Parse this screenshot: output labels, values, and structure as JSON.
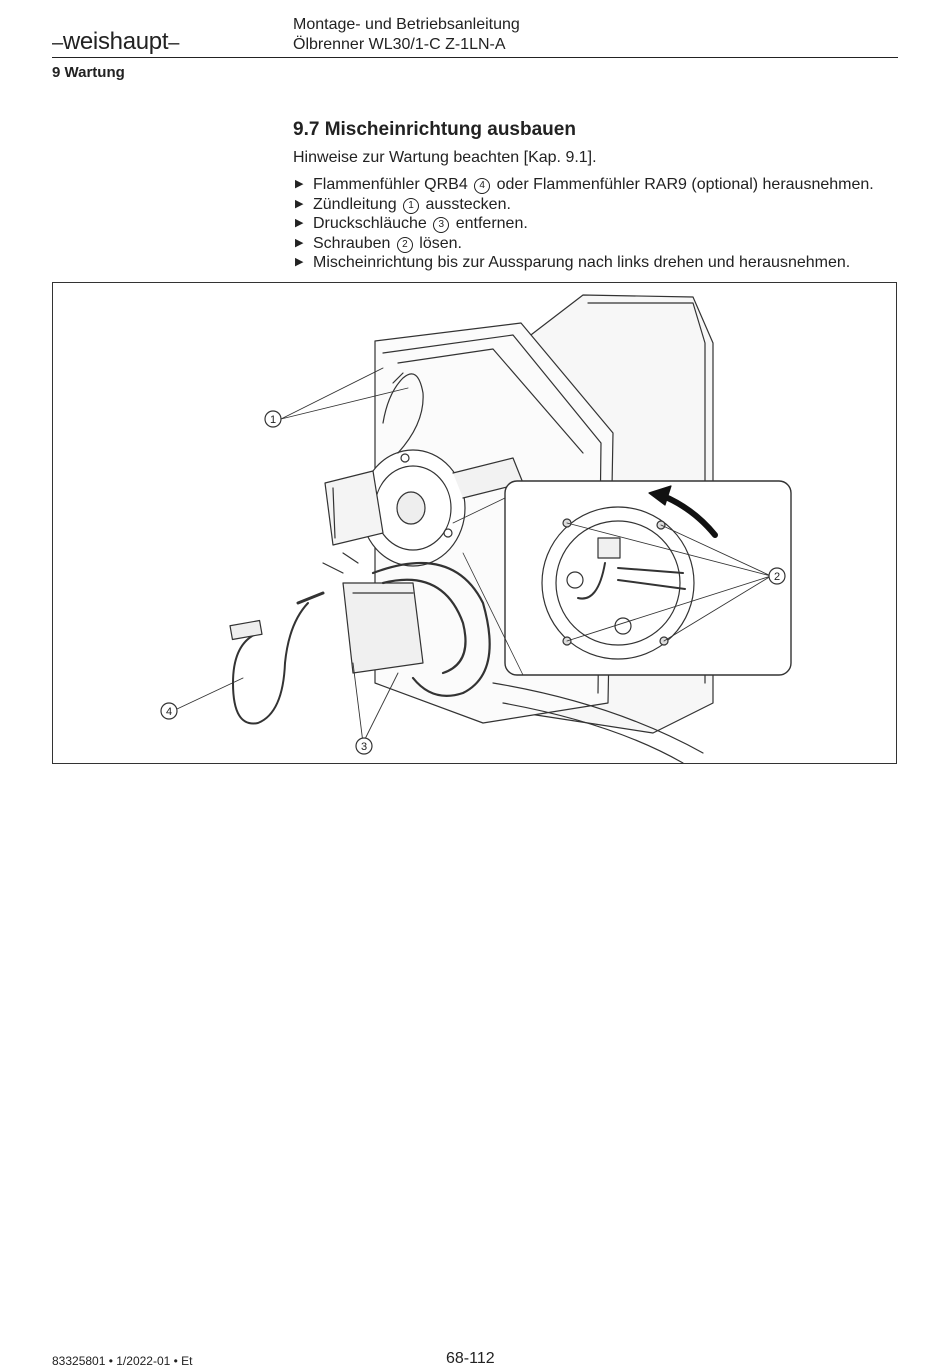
{
  "header": {
    "logo": "weishaupt",
    "title_line1": "Montage- und Betriebsanleitung",
    "title_line2": "Ölbrenner WL30/1-C Z-1LN-A",
    "chapter": "9 Wartung"
  },
  "section": {
    "title": "9.7 Mischeinrichtung ausbauen",
    "intro": "Hinweise zur Wartung beachten [Kap. 9.1].",
    "steps": [
      {
        "pre": "Flammenfühler QRB4",
        "num": "4",
        "post": "oder Flammenfühler RAR9 (optional) herausnehmen."
      },
      {
        "pre": "Zündleitung",
        "num": "1",
        "post": "ausstecken."
      },
      {
        "pre": "Druckschläuche",
        "num": "3",
        "post": "entfernen."
      },
      {
        "pre": "Schrauben",
        "num": "2",
        "post": "lösen."
      },
      {
        "pre": "Mischeinrichtung bis zur Aussparung nach links drehen und herausnehmen.",
        "num": "",
        "post": ""
      }
    ],
    "bullet_glyph": "▶"
  },
  "figure": {
    "callouts": [
      "1",
      "2",
      "3",
      "4"
    ]
  },
  "footer": {
    "doc_code": "83325801 • 1/2022-01 • Et",
    "page": "68-112"
  }
}
